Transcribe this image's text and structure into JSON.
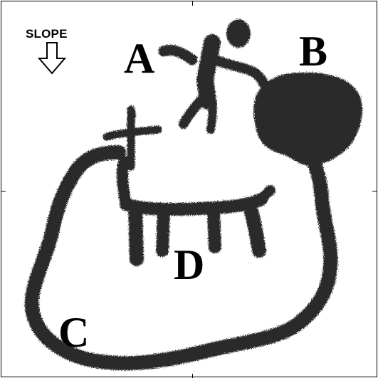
{
  "slope_label": "SLOPE",
  "labels": {
    "a": "A",
    "b": "B",
    "c": "C",
    "d": "D"
  },
  "icons": {
    "slope_arrow": "down-arrow-outline"
  },
  "colors": {
    "ink": "#2a2a2a",
    "background": "#ffffff"
  }
}
